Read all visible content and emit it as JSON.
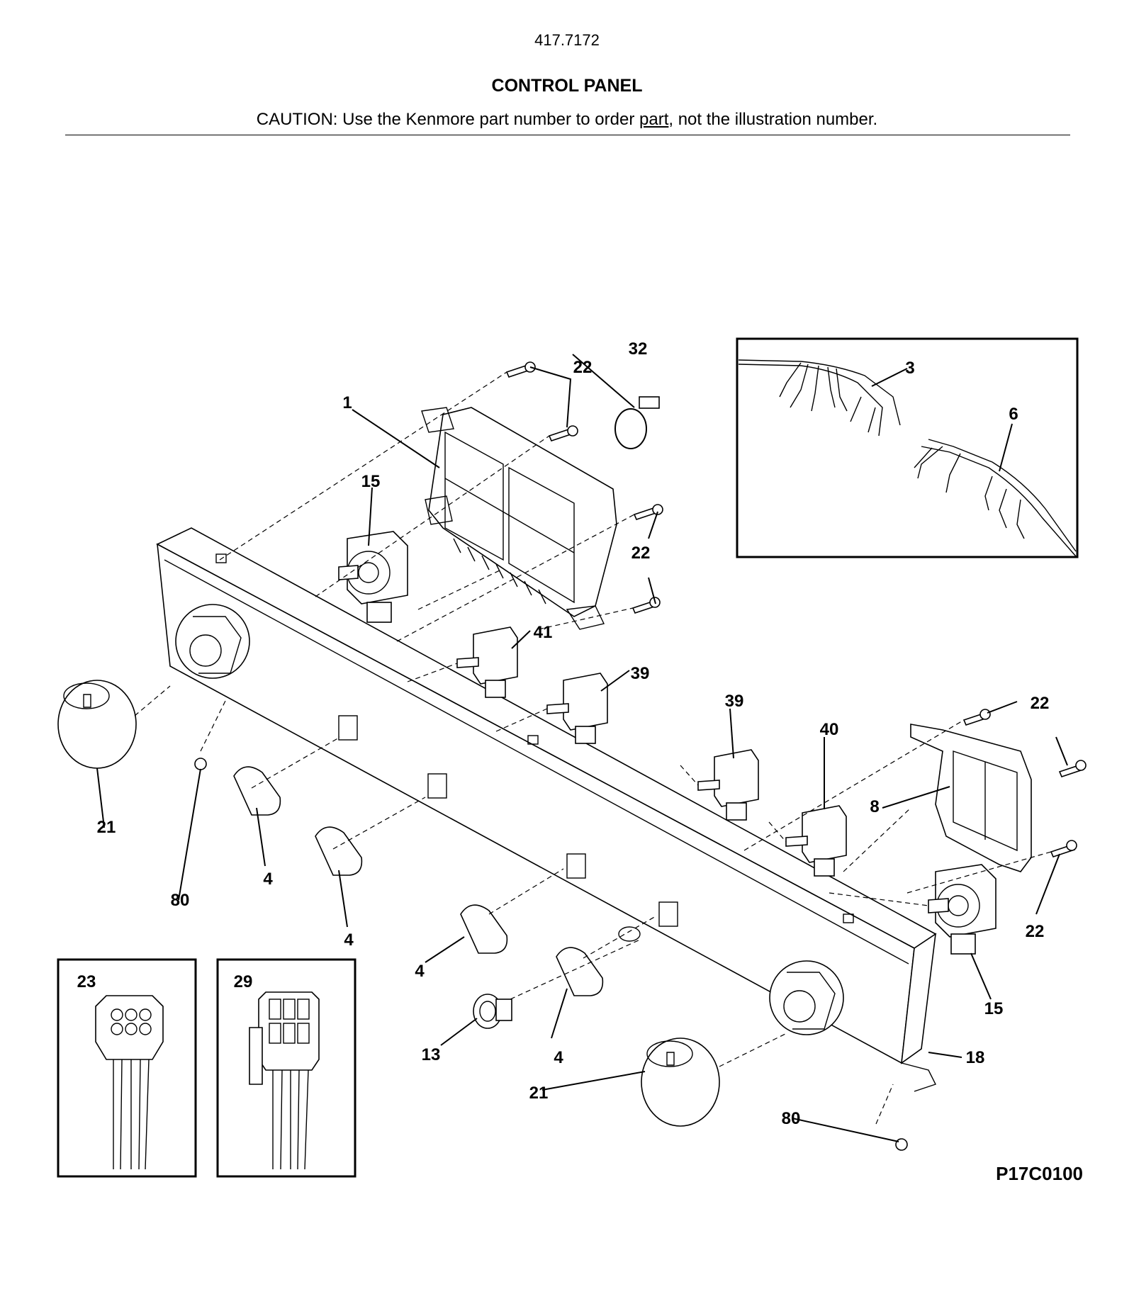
{
  "header": {
    "model_number": "417.7172",
    "section_title": "CONTROL PANEL",
    "caution_prefix": "CAUTION: Use the Kenmore part number to order ",
    "caution_link": "part",
    "caution_suffix": ", not the illustration number."
  },
  "diagram_code": "P17C0100",
  "callouts": {
    "c1": "1",
    "c3": "3",
    "c4a": "4",
    "c4b": "4",
    "c4c": "4",
    "c4d": "4",
    "c6": "6",
    "c8": "8",
    "c13": "13",
    "c15a": "15",
    "c15b": "15",
    "c18": "18",
    "c21a": "21",
    "c21b": "21",
    "c22a": "22",
    "c22b": "22",
    "c22c": "22",
    "c22d": "22",
    "c23": "23",
    "c29": "29",
    "c32": "32",
    "c39a": "39",
    "c39b": "39",
    "c40": "40",
    "c41": "41",
    "c80a": "80",
    "c80b": "80"
  }
}
